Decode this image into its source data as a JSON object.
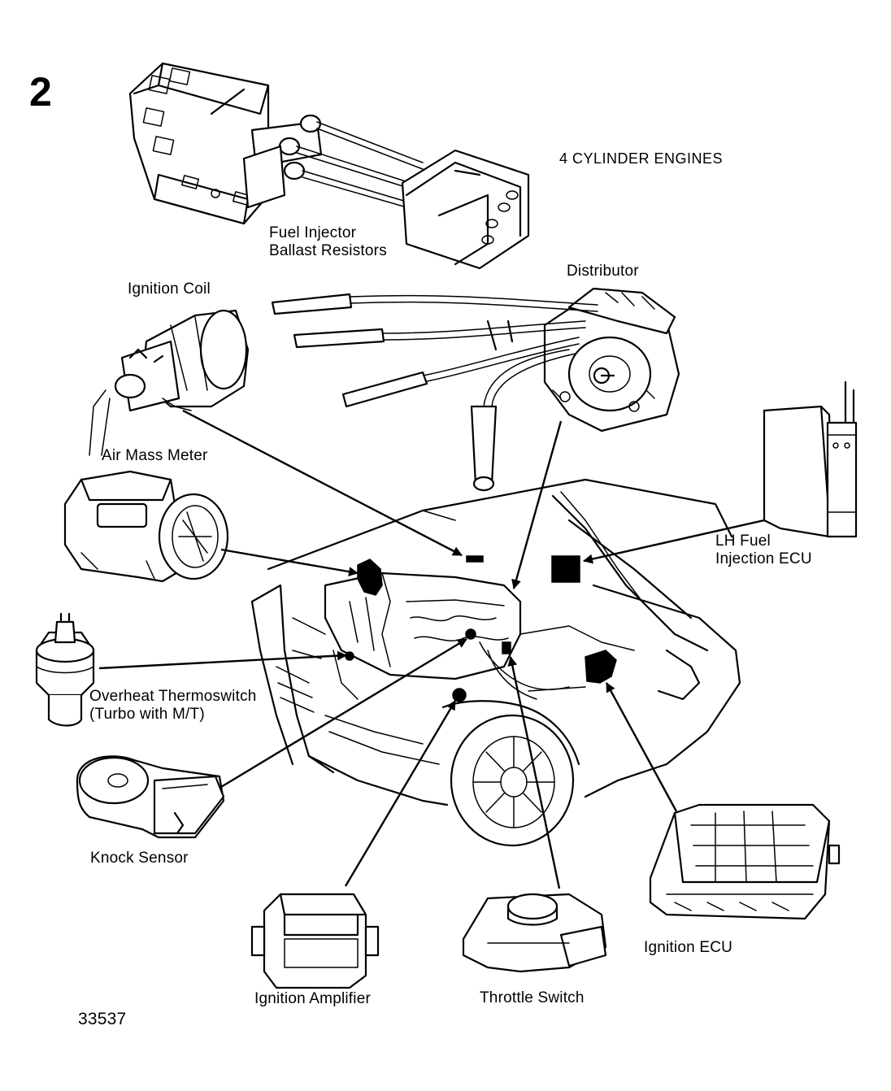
{
  "figure_number": "2",
  "heading": "4 CYLINDER ENGINES",
  "figure_id": "33537",
  "labels": {
    "fuel_injector_ballast_resistors": [
      "Fuel Injector",
      "Ballast Resistors"
    ],
    "distributor": "Distributor",
    "ignition_coil": "Ignition Coil",
    "air_mass_meter": "Air Mass Meter",
    "lh_fuel_injection_ecu": [
      "LH Fuel",
      "Injection ECU"
    ],
    "overheat_thermoswitch": [
      "Overheat Thermoswitch",
      "(Turbo with M/T)"
    ],
    "knock_sensor": "Knock Sensor",
    "ignition_amplifier": "Ignition Amplifier",
    "throttle_switch": "Throttle Switch",
    "ignition_ecu": "Ignition ECU"
  },
  "icons": {
    "ballast_resistors": "ballast-resistor-block-icon",
    "distributor": "distributor-icon",
    "ignition_coil": "ignition-coil-icon",
    "air_mass_meter": "air-mass-meter-icon",
    "lh_ecu": "lh-ecu-icon",
    "thermoswitch": "thermoswitch-icon",
    "knock_sensor": "knock-sensor-icon",
    "ignition_amplifier": "ignition-amplifier-icon",
    "throttle_switch": "throttle-switch-icon",
    "ignition_ecu": "ignition-ecu-icon",
    "vehicle": "vehicle-engine-bay-icon"
  }
}
